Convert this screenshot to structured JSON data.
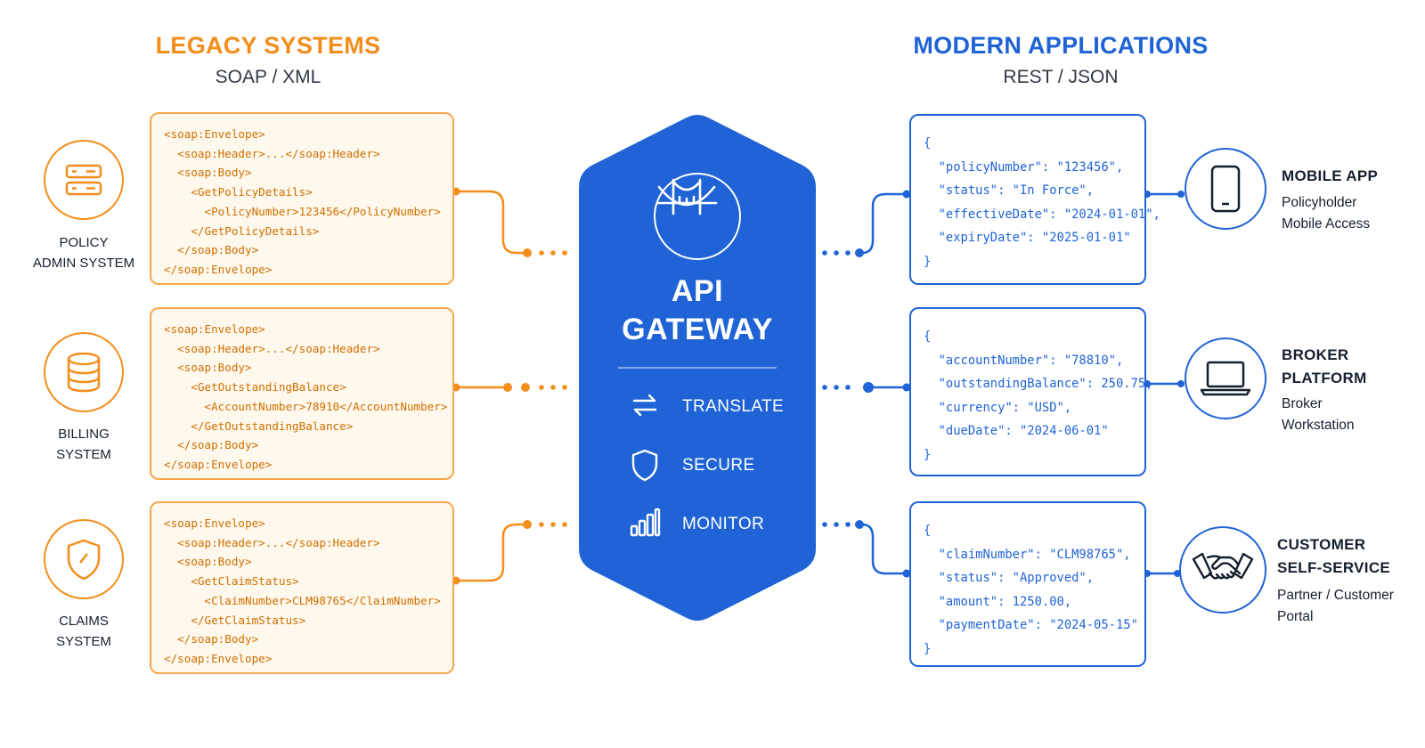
{
  "left_header": {
    "title": "LEGACY SYSTEMS",
    "subtitle": "SOAP / XML"
  },
  "right_header": {
    "title": "MODERN APPLICATIONS",
    "subtitle": "REST / JSON"
  },
  "colors": {
    "legacy_accent": "#f28e1c",
    "modern_accent": "#1f63d6",
    "gateway_fill": "#1f63d6",
    "soap_fill": "#fff8ec"
  },
  "legacy_systems": [
    {
      "icon": "server-icon",
      "label_lines": [
        "POLICY",
        "ADMIN SYSTEM"
      ],
      "soap_lines": [
        "<soap:Envelope>",
        "  <soap:Header>...</soap:Header>",
        "  <soap:Body>",
        "    <GetPolicyDetails>",
        "      <PolicyNumber>123456</PolicyNumber>",
        "    </GetPolicyDetails>",
        "  </soap:Body>",
        "</soap:Envelope>"
      ]
    },
    {
      "icon": "database-icon",
      "label_lines": [
        "BILLING",
        "SYSTEM"
      ],
      "soap_lines": [
        "<soap:Envelope>",
        "  <soap:Header>...</soap:Header>",
        "  <soap:Body>",
        "    <GetOutstandingBalance>",
        "      <AccountNumber>78910</AccountNumber>",
        "    </GetOutstandingBalance>",
        "  </soap:Body>",
        "</soap:Envelope>"
      ]
    },
    {
      "icon": "shield-icon",
      "label_lines": [
        "CLAIMS",
        "SYSTEM"
      ],
      "soap_lines": [
        "<soap:Envelope>",
        "  <soap:Header>...</soap:Header>",
        "  <soap:Body>",
        "    <GetClaimStatus>",
        "      <ClaimNumber>CLM98765</ClaimNumber>",
        "    </GetClaimStatus>",
        "  </soap:Body>",
        "</soap:Envelope>"
      ]
    }
  ],
  "gateway": {
    "icon": "bridge-icon",
    "title_lines": [
      "API",
      "GATEWAY"
    ],
    "features": [
      {
        "icon": "translate-arrows-icon",
        "label": "TRANSLATE"
      },
      {
        "icon": "shield-icon",
        "label": "SECURE"
      },
      {
        "icon": "bar-chart-icon",
        "label": "MONITOR"
      }
    ]
  },
  "modern_apps": [
    {
      "icon": "smartphone-icon",
      "title_lines": [
        "MOBILE APP"
      ],
      "sub_lines": [
        "Policyholder",
        "Mobile Access"
      ],
      "json_lines": [
        "{",
        "  \"policyNumber\": \"123456\",",
        "  \"status\": \"In Force\",",
        "  \"effectiveDate\": \"2024-01-01\",",
        "  \"expiryDate\": \"2025-01-01\"",
        "}"
      ]
    },
    {
      "icon": "laptop-icon",
      "title_lines": [
        "BROKER",
        "PLATFORM"
      ],
      "sub_lines": [
        "Broker",
        "Workstation"
      ],
      "json_lines": [
        "{",
        "  \"accountNumber\": \"78810\",",
        "  \"outstandingBalance\": 250.75,",
        "  \"currency\": \"USD\",",
        "  \"dueDate\": \"2024-06-01\"",
        "}"
      ]
    },
    {
      "icon": "handshake-icon",
      "title_lines": [
        "CUSTOMER",
        "SELF-SERVICE"
      ],
      "sub_lines": [
        "Partner / Customer",
        "Portal"
      ],
      "json_lines": [
        "{",
        "  \"claimNumber\": \"CLM98765\",",
        "  \"status\": \"Approved\",",
        "  \"amount\": 1250.00,",
        "  \"paymentDate\": \"2024-05-15\"",
        "}"
      ]
    }
  ]
}
